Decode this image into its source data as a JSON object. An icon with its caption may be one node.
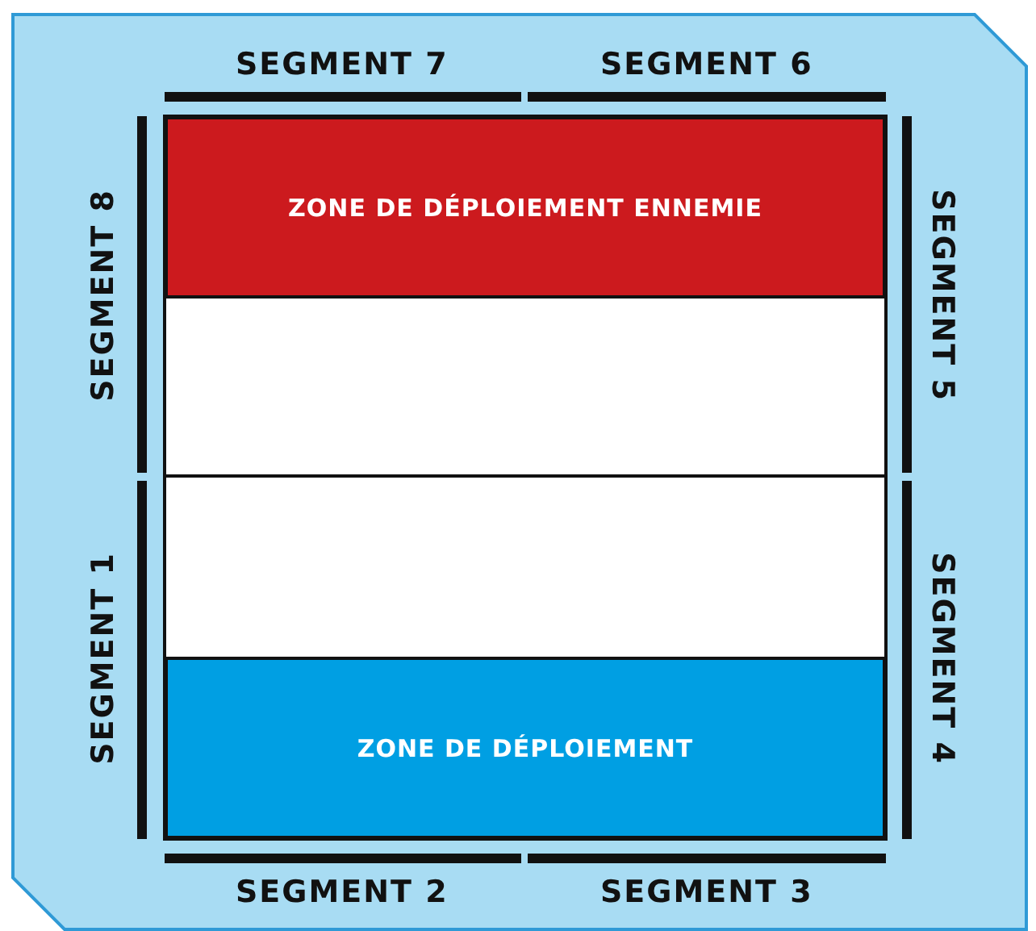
{
  "diagram": {
    "nodes": [
      {
        "text": [
          "ZONE DE DÉPLOIEMENT ENNEMIE"
        ]
      },
      {
        "text": [
          "ZONE DE DÉPLOIEMENT"
        ]
      }
    ],
    "labels": [
      "SEGMENT 7",
      "SEGMENT 6",
      "SEGMENT 8",
      "SEGMENT 5",
      "SEGMENT 1",
      "SEGMENT 4",
      "SEGMENT 2",
      "SEGMENT 3"
    ]
  }
}
